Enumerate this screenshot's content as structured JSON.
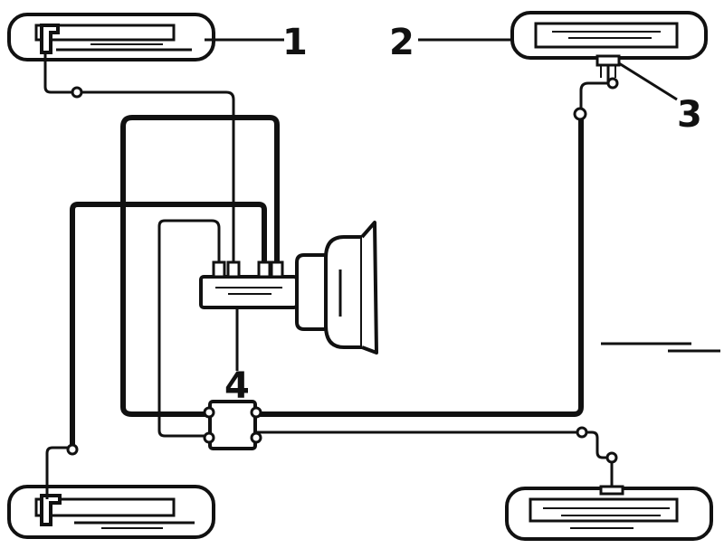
{
  "labels": {
    "front_left_wheel": "1",
    "front_right_wheel": "2",
    "pressure_regulator": "3",
    "valve_block": "4"
  },
  "colors": {
    "ink": "#111111",
    "background": "#ffffff"
  }
}
